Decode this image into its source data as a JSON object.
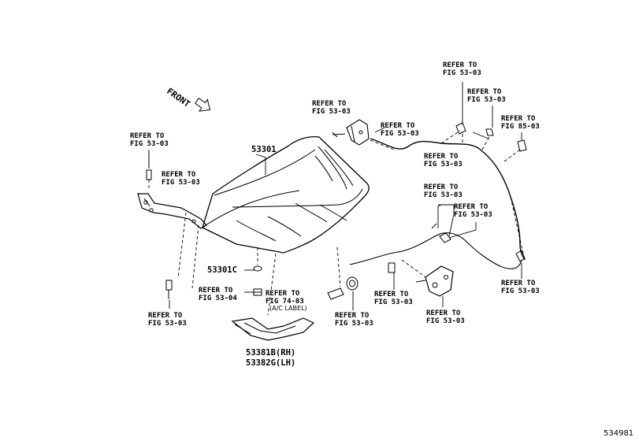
{
  "diagram_id": "534981",
  "front_label": "FRONT",
  "part_numbers": {
    "hood": "53301",
    "cushion": "53301C",
    "insulator_rh": "53381B(RH)",
    "insulator_lh": "53382G(LH)"
  },
  "ac_label_note": "(A/C LABEL)",
  "refs": [
    {
      "l1": "REFER TO",
      "l2": "FIG 53-03"
    },
    {
      "l1": "REFER TO",
      "l2": "FIG 53-03"
    },
    {
      "l1": "REFER TO",
      "l2": "FIG 53-03"
    },
    {
      "l1": "REFER TO",
      "l2": "FIG 53-03"
    },
    {
      "l1": "REFER TO",
      "l2": "FIG 53-03"
    },
    {
      "l1": "REFER TO",
      "l2": "FIG 85-03"
    },
    {
      "l1": "REFER TO",
      "l2": "FIG 53-03"
    },
    {
      "l1": "REFER TO",
      "l2": "FIG 53-03"
    },
    {
      "l1": "REFER TO",
      "l2": "FIG 53-03"
    },
    {
      "l1": "REFER TO",
      "l2": "FIG 53-03"
    },
    {
      "l1": "REFER TO",
      "l2": "FIG 53-04"
    },
    {
      "l1": "REFER TO",
      "l2": "FIG 74-03"
    },
    {
      "l1": "REFER TO",
      "l2": "FIG 53-03"
    },
    {
      "l1": "REFER TO",
      "l2": "FIG 53-03"
    },
    {
      "l1": "REFER TO",
      "l2": "FIG 53-03"
    },
    {
      "l1": "REFER TO",
      "l2": "FIG 53-03"
    },
    {
      "l1": "REFER TO",
      "l2": "FIG 53-03"
    }
  ]
}
